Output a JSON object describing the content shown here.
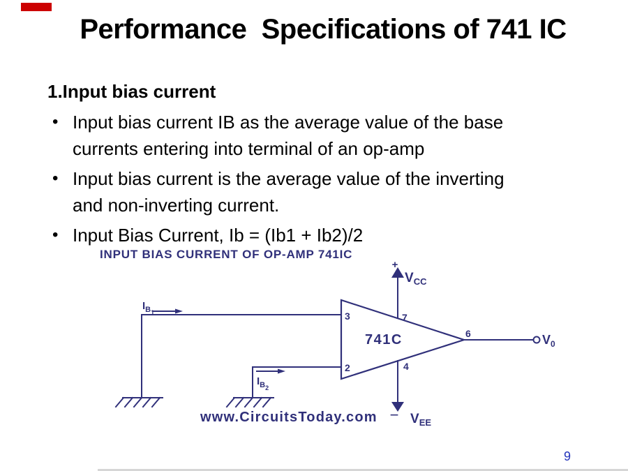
{
  "slide": {
    "title": "Performance  Specifications of 741 IC",
    "heading": "1.Input bias current",
    "bullet_glyph": "•",
    "bullets": [
      "Input bias current IB as the average value of the base\ncurrents entering into terminal of an op-amp",
      "Input bias current is the average value of the inverting\nand non-inverting current.",
      "Input Bias Current, Ib = (Ib1 + Ib2)/2"
    ],
    "page_number": "9"
  },
  "diagram": {
    "title": "INPUT BIAS CURRENT OF OP-AMP 741IC",
    "watermark": "www.CircuitsToday.com",
    "opamp": {
      "label": "741C",
      "pin_noninverting": "3",
      "pin_inverting": "2",
      "pin_vplus": "7",
      "pin_vminus": "4",
      "pin_output": "6"
    },
    "labels": {
      "ib1": {
        "base": "I",
        "sub": "B",
        "subsub": "1"
      },
      "ib2": {
        "base": "I",
        "sub": "B",
        "subsub": "2"
      },
      "vcc": {
        "base": "V",
        "sub": "CC",
        "sign": "+"
      },
      "vee": {
        "base": "V",
        "sub": "EE",
        "sign": "−"
      },
      "vout": {
        "base": "V",
        "sub": "0"
      }
    },
    "colors": {
      "diagram_line": "#30307a",
      "page_number_blue": "#2233bb",
      "marker_red": "#cc0000"
    }
  }
}
